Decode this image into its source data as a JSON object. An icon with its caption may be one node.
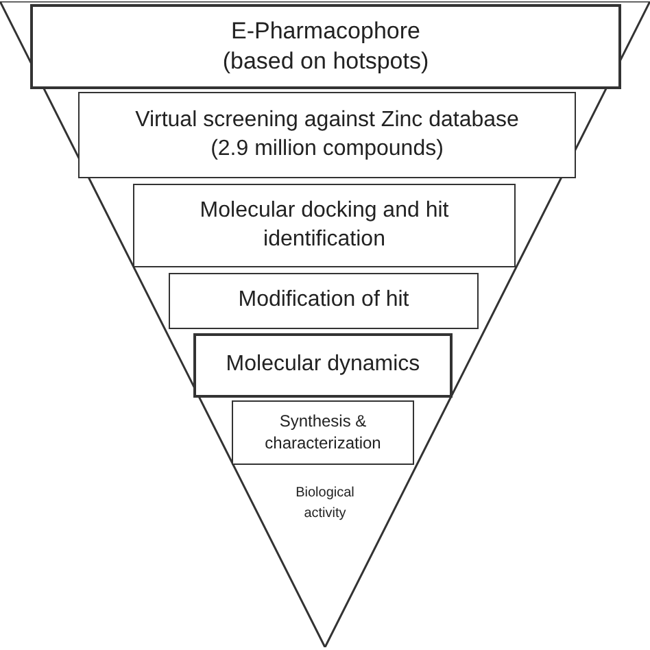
{
  "diagram": {
    "nodes": [
      {
        "text": [
          "Biological activity"
        ]
      },
      {
        "text": [
          "E-Pharmacophore (based on hotspots)"
        ],
        "in": 0
      },
      {
        "text": [
          "Virtual screening against Zinc database (2.9 million compounds)"
        ],
        "in": 0
      },
      {
        "text": [
          "Molecular docking and hit identification"
        ],
        "in": 0
      },
      {
        "text": [
          "Modification of hit"
        ],
        "in": 0
      },
      {
        "text": [
          "Molecular dynamics"
        ],
        "in": 0
      },
      {
        "text": [
          "Synthesis & characterization"
        ],
        "in": 0
      }
    ]
  }
}
